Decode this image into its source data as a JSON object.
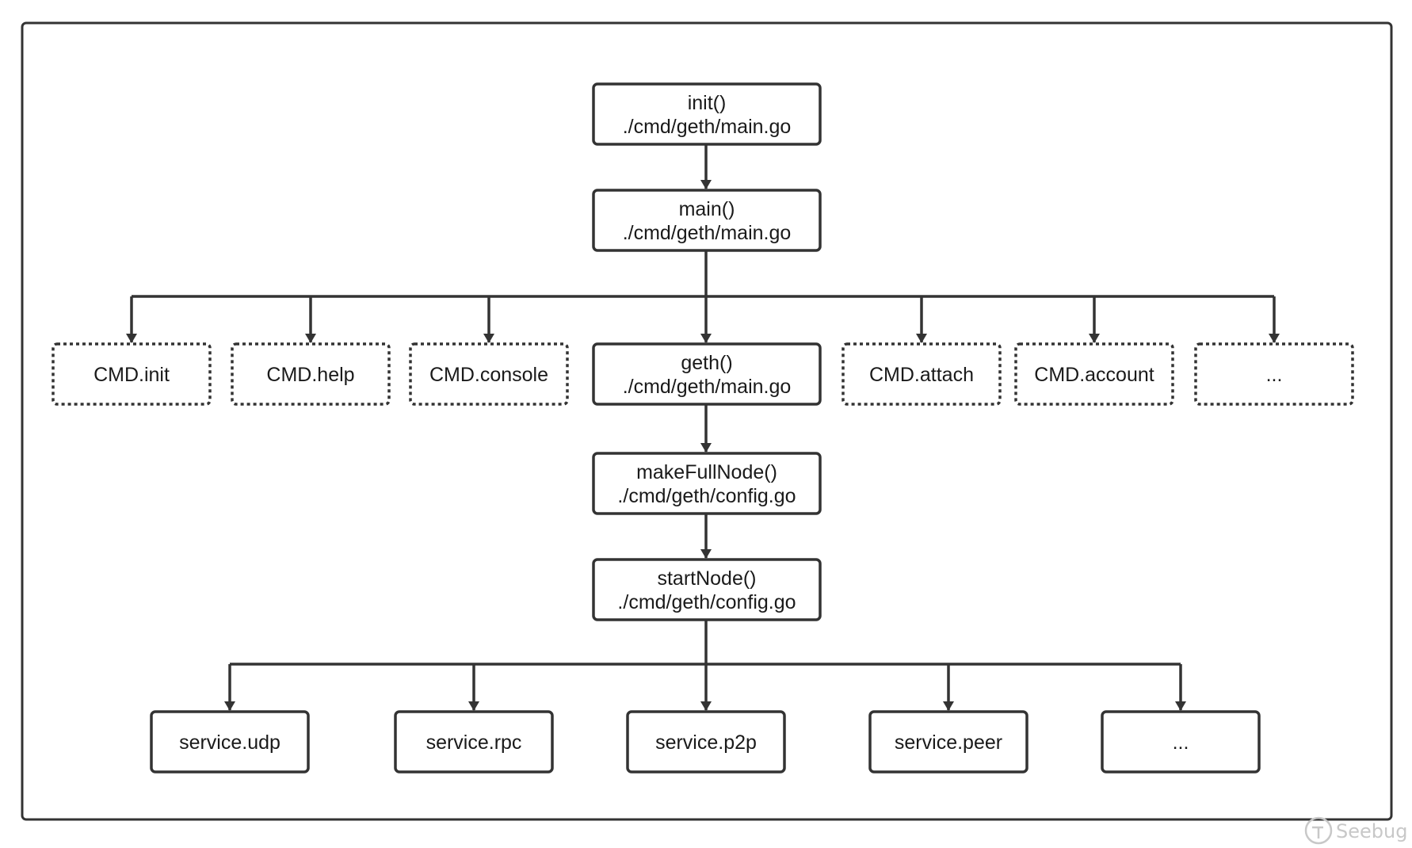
{
  "nodes": {
    "init": {
      "lines": [
        "init()",
        "./cmd/geth/main.go"
      ],
      "style": "solid"
    },
    "main": {
      "lines": [
        "main()",
        "./cmd/geth/main.go"
      ],
      "style": "solid"
    },
    "cmd_init": {
      "lines": [
        "CMD.init"
      ],
      "style": "dashed"
    },
    "cmd_help": {
      "lines": [
        "CMD.help"
      ],
      "style": "dashed"
    },
    "cmd_console": {
      "lines": [
        "CMD.console"
      ],
      "style": "dashed"
    },
    "geth": {
      "lines": [
        "geth()",
        "./cmd/geth/main.go"
      ],
      "style": "solid"
    },
    "cmd_attach": {
      "lines": [
        "CMD.attach"
      ],
      "style": "dashed"
    },
    "cmd_account": {
      "lines": [
        "CMD.account"
      ],
      "style": "dashed"
    },
    "cmd_more": {
      "lines": [
        "..."
      ],
      "style": "dashed"
    },
    "makefullnode": {
      "lines": [
        "makeFullNode()",
        "./cmd/geth/config.go"
      ],
      "style": "solid"
    },
    "startnode": {
      "lines": [
        "startNode()",
        "./cmd/geth/config.go"
      ],
      "style": "solid"
    },
    "service_udp": {
      "lines": [
        "service.udp"
      ],
      "style": "solid"
    },
    "service_rpc": {
      "lines": [
        "service.rpc"
      ],
      "style": "solid"
    },
    "service_p2p": {
      "lines": [
        "service.p2p"
      ],
      "style": "solid"
    },
    "service_peer": {
      "lines": [
        "service.peer"
      ],
      "style": "solid"
    },
    "service_more": {
      "lines": [
        "..."
      ],
      "style": "solid"
    }
  },
  "edges": [
    {
      "from": "init",
      "to": "main"
    },
    {
      "from": "main",
      "to": "cmd_init"
    },
    {
      "from": "main",
      "to": "cmd_help"
    },
    {
      "from": "main",
      "to": "cmd_console"
    },
    {
      "from": "main",
      "to": "geth"
    },
    {
      "from": "main",
      "to": "cmd_attach"
    },
    {
      "from": "main",
      "to": "cmd_account"
    },
    {
      "from": "main",
      "to": "cmd_more"
    },
    {
      "from": "geth",
      "to": "makefullnode"
    },
    {
      "from": "makefullnode",
      "to": "startnode"
    },
    {
      "from": "startnode",
      "to": "service_udp"
    },
    {
      "from": "startnode",
      "to": "service_rpc"
    },
    {
      "from": "startnode",
      "to": "service_p2p"
    },
    {
      "from": "startnode",
      "to": "service_peer"
    },
    {
      "from": "startnode",
      "to": "service_more"
    }
  ],
  "watermark": {
    "text": "Seebug",
    "icon": "seebug-logo-icon"
  },
  "colors": {
    "stroke": "#333333",
    "text": "#1a1a1a",
    "watermark": "#c8c8c8"
  }
}
